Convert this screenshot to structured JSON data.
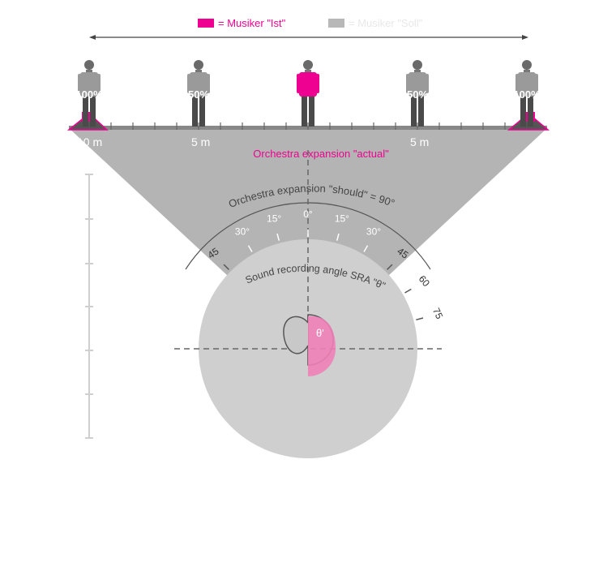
{
  "legend": {
    "actual_label": "= Musiker \"Ist\"",
    "actual_color": "#ee0090",
    "should_label": "= Musiker \"Soll\"",
    "should_color": "#b8b8b8"
  },
  "musicians": [
    {
      "percent_label": "100%",
      "highlighted": false
    },
    {
      "percent_label": "50%",
      "highlighted": false
    },
    {
      "percent_label": "",
      "highlighted": true
    },
    {
      "percent_label": "50%",
      "highlighted": false
    },
    {
      "percent_label": "100%",
      "highlighted": false
    }
  ],
  "stage_labels": {
    "left_edge": "10 m",
    "left_mid": "5 m",
    "right_mid": "5 m"
  },
  "labels": {
    "orchestra_actual": "Orchestra expansion \"actual\"",
    "orchestra_should": "Orchestra expansion \"should\" = 90°",
    "sra": "Sound recording angle SRA \"θ\"",
    "theta_prime": "θ'"
  },
  "angle_marks": [
    {
      "text": "0°",
      "deg": 0
    },
    {
      "text": "15°",
      "deg": 15
    },
    {
      "text": "30°",
      "deg": 30
    },
    {
      "text": "45",
      "deg": 45
    },
    {
      "text": "60",
      "deg": 60
    },
    {
      "text": "75",
      "deg": 75
    },
    {
      "text": "15°",
      "deg": -15
    },
    {
      "text": "30°",
      "deg": -30
    },
    {
      "text": "45",
      "deg": -45
    }
  ],
  "colors": {
    "wedge": "#b4b4b4",
    "circle": "#cfcfcf",
    "accent": "#ee0090",
    "mic": "#f080b8"
  }
}
